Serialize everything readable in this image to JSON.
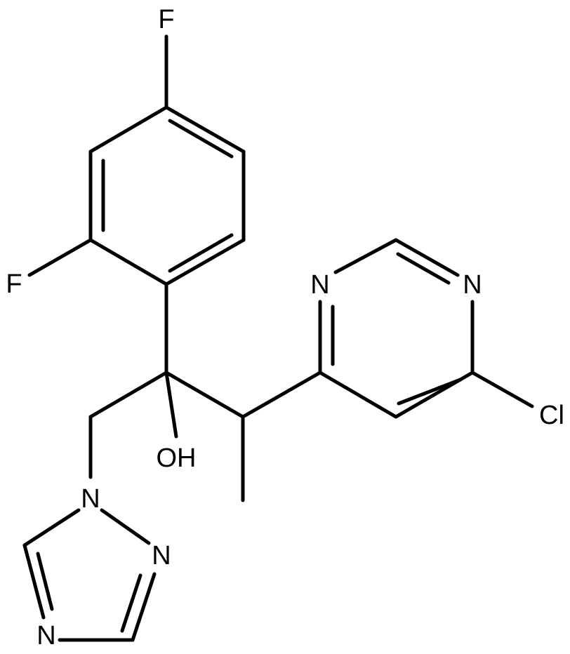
{
  "structure": {
    "atoms": {
      "f_top": "F",
      "f_left": "F",
      "n_pyrimidine_left": "N",
      "n_pyrimidine_right": "N",
      "cl": "Cl",
      "oh": "OH",
      "n_triazole_1": "N",
      "n_triazole_2": "N",
      "n_triazole_4": "N"
    }
  },
  "colors": {
    "bond": "#000000",
    "text": "#000000",
    "background": "#ffffff"
  }
}
